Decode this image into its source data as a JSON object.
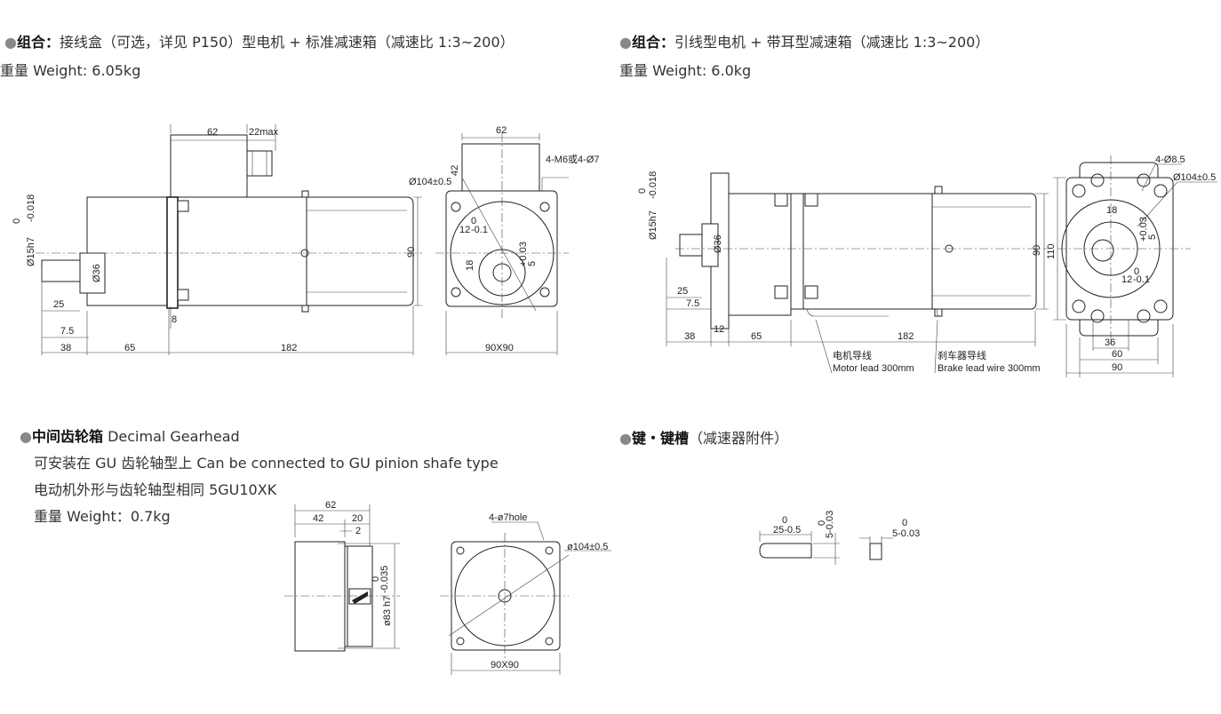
{
  "section1": {
    "bullet": "●",
    "label": "组合：",
    "title": "接线盒（可选，详见 P150）型电机 + 标准减速箱（减速比 1:3~200）",
    "weight": "重量 Weight: 6.05kg",
    "dims": {
      "box_w": "62",
      "gland": "22max",
      "shaft": "Ø15h7",
      "tol_hi": "0",
      "tol_lo": "-0.018",
      "hub": "Ø36",
      "d25": "25",
      "d75": "7.5",
      "d38": "38",
      "d65": "65",
      "d182": "182",
      "d8": "8",
      "d90": "90",
      "fv_62": "62",
      "fv_42": "42",
      "fv_pcd": "Ø104±0.5",
      "fv_holes": "4-M6或4-Ø7",
      "fv_12": "12",
      "fv_12tol": "-0.1",
      "fv_12tol0": "0",
      "fv_5": "5",
      "fv_5tol": "+0.03",
      "fv_5tol0": "0",
      "fv_18": "18",
      "fv_size": "90X90"
    }
  },
  "section2": {
    "bullet": "●",
    "label": "组合：",
    "title": "引线型电机 + 带耳型减速箱（减速比 1:3~200）",
    "weight": "重量 Weight: 6.0kg",
    "dims": {
      "shaft": "Ø15h7",
      "tol_hi": "0",
      "tol_lo": "-0.018",
      "hub": "Ø36",
      "d25": "25",
      "d75": "7.5",
      "d12": "12",
      "d38": "38",
      "d65": "65",
      "d182": "182",
      "d90": "90",
      "d110": "110",
      "motor_lead_cn": "电机导线",
      "motor_lead_en": "Motor lead 300mm",
      "brake_lead_cn": "刹车器导线",
      "brake_lead_en": "Brake lead wire 300mm",
      "fv_holes": "4-Ø8.5",
      "fv_pcd": "Ø104±0.5",
      "fv_18": "18",
      "fv_5": "5",
      "fv_5tol": "+0.03",
      "fv_5tol0": "0",
      "fv_12": "12",
      "fv_12tol": "-0.1",
      "fv_12tol0": "0",
      "fv_36": "36",
      "fv_60": "60",
      "fv_90": "90"
    }
  },
  "section3": {
    "bullet": "●",
    "label": "中间齿轮箱",
    "title": " Decimal Gearhead",
    "line1": "可安装在 GU 齿轮轴型上 Can be connected to GU pinion shafe type",
    "line2": "电动机外形与齿轮轴型相同 5GU10XK",
    "weight": "重量 Weight：0.7kg",
    "dims": {
      "d62": "62",
      "d42": "42",
      "d20": "20",
      "d2": "2",
      "shaft": "ø83 h7",
      "tol_hi": "0",
      "tol_lo": "-0.035",
      "fv_holes": "4-ø7hole",
      "fv_pcd": "ø104±0.5",
      "fv_size": "90X90"
    }
  },
  "section4": {
    "bullet": "●",
    "label": "键・键槽",
    "title": "（减速器附件）",
    "dims": {
      "key_len": "25-0.5",
      "key_len0": "0",
      "key_w": "5-0.03",
      "key_w0": "0",
      "slot_w": "5-0.03",
      "slot_w0": "0"
    }
  }
}
